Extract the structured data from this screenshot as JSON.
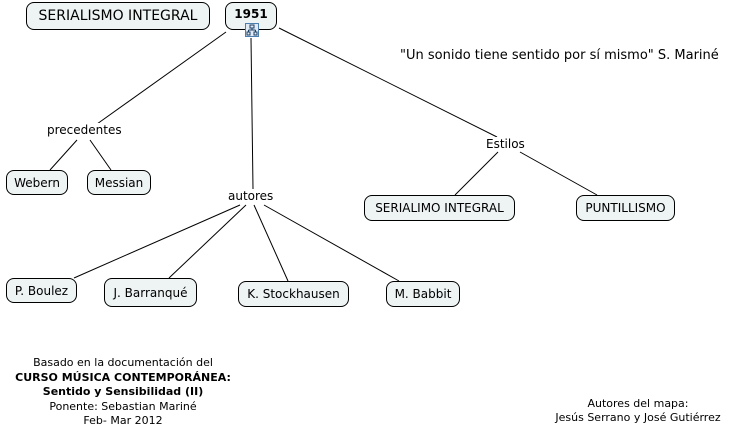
{
  "nodes": {
    "title": "SERIALISMO INTEGRAL",
    "root": "1951",
    "precedentes": "precedentes",
    "webern": "Webern",
    "messian": "Messian",
    "autores": "autores",
    "estilos": "Estilos",
    "serialimo_integral": "SERIALIMO INTEGRAL",
    "puntillismo": "PUNTILLISMO",
    "boulez": "P. Boulez",
    "barranque": "J. Barranqué",
    "stockhausen": "K. Stockhausen",
    "babbit": "M. Babbit"
  },
  "quote": "\"Un sonido tiene sentido por sí mismo\" S. Mariné",
  "credits": {
    "line1": "Basado en la documentación del",
    "line2": "CURSO MÚSICA CONTEMPORÁNEA:",
    "line3": "Sentido y Sensibilidad (II)",
    "line4": "Ponente: Sebastian Mariné",
    "line5": "Feb- Mar 2012"
  },
  "authors": {
    "line1": "Autores del mapa:",
    "line2": "Jesús Serrano y José Gutiérrez"
  },
  "icons": {
    "root_icon": "hierarchy-icon"
  }
}
